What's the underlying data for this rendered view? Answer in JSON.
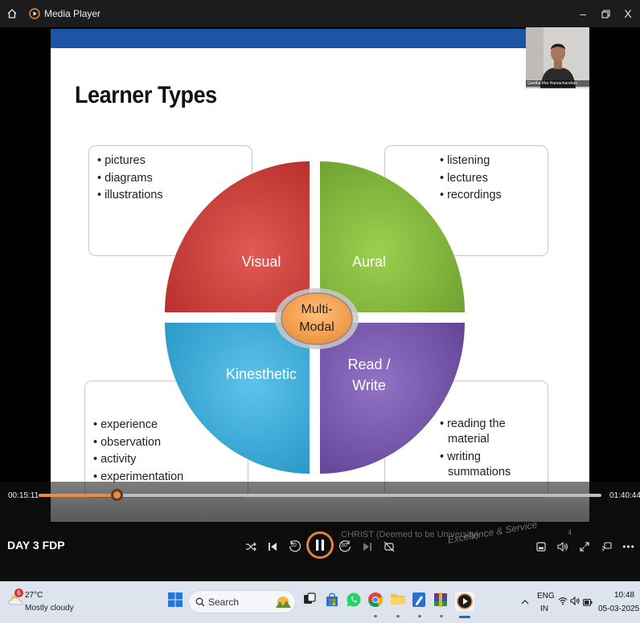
{
  "window": {
    "title": "Media Player",
    "minimize_glyph": "–",
    "maximize_glyph": "▢",
    "close_glyph": "X"
  },
  "slide": {
    "title": "Learner Types",
    "quadrants": {
      "visual": "Visual",
      "aural": "Aural",
      "kinesthetic": "Kinesthetic",
      "read_write_line1": "Read /",
      "read_write_line2": "Write",
      "center_line1": "Multi-",
      "center_line2": "Modal"
    },
    "boxes": {
      "visual": [
        "pictures",
        "diagrams",
        "illustrations"
      ],
      "aural": [
        "listening",
        "lectures",
        "recordings"
      ],
      "kinesthetic": [
        "experience",
        "observation",
        "activity",
        "experimentation"
      ],
      "read_write": [
        "reading the material",
        "writing summations"
      ]
    },
    "colors": {
      "band": "#1d55a5",
      "visual": "#c83a36",
      "aural": "#7fb23a",
      "kinesthetic": "#35a9d6",
      "read_write": "#7650a8",
      "center": "#f29a4a"
    }
  },
  "webcam": {
    "name_label": "Geetha Mar Ramachandran"
  },
  "player": {
    "current_time": "00:15:11",
    "total_time": "01:40:44",
    "progress_fraction": 0.139,
    "episode_title": "DAY 3 FDP",
    "skip_back_label": "10",
    "skip_forward_label": "30",
    "watermark": "CHRIST (Deemed to be University)",
    "watermark_motto": "Excellence & Service",
    "slide_number": "4",
    "accent": "#f08a3c"
  },
  "taskbar": {
    "weather_badge": "6",
    "weather_temp": "27°C",
    "weather_desc": "Mostly cloudy",
    "search_label": "Search",
    "lang_line1": "ENG",
    "lang_line2": "IN",
    "clock_time": "10:48",
    "clock_date": "05-03-2025"
  }
}
